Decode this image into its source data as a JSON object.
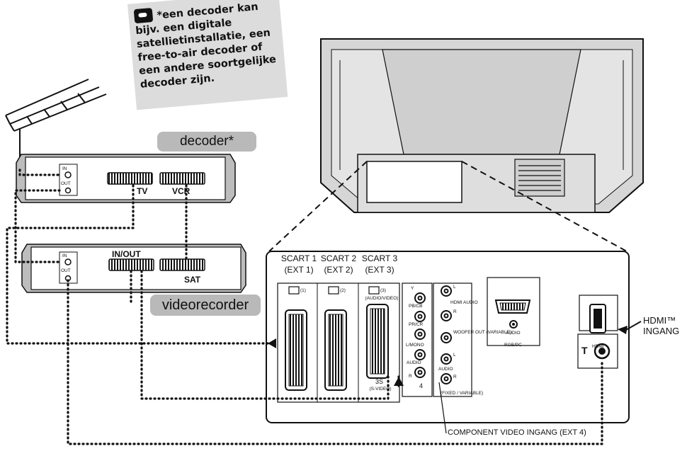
{
  "note": {
    "star": "*",
    "lines": [
      "een decoder kan",
      "bijv. een digitale",
      "satellietinstallatie, een",
      "free-to-air decoder of",
      "een andere soortgelijke",
      "decoder zijn."
    ],
    "icon": "pointing-hand-icon"
  },
  "devices": {
    "decoder": {
      "label": "decoder*",
      "port_tv": "TV",
      "port_vcr": "VCR",
      "in": "IN",
      "out": "OUT"
    },
    "videorecorder": {
      "label": "videorecorder",
      "port_inout": "IN/OUT",
      "port_sat": "SAT",
      "in": "IN",
      "out": "OUT"
    }
  },
  "panel": {
    "scarts": [
      {
        "name": "SCART 1",
        "ext": "(EXT 1)",
        "tag": "(1)"
      },
      {
        "name": "SCART 2",
        "ext": "(EXT 2)",
        "tag": "(2)"
      },
      {
        "name": "SCART 3",
        "ext": "(EXT 3)",
        "tag": "(3)",
        "sub": "(AUDIO/VIDEO)",
        "svideo": "3S",
        "svideo_sub": "(S-VIDEO)"
      }
    ],
    "component": {
      "y": "Y",
      "pb": "PB/CB",
      "pr": "PR/CR",
      "lmono": "L/MONO",
      "audio": "AUDIO",
      "r": "R",
      "ext4": "4"
    },
    "hdmi_audio": {
      "l": "L",
      "text": "HDMI AUDIO",
      "r": "R"
    },
    "woofer": {
      "text": "WOOFER OUT (VARIABLE)"
    },
    "audio_out": {
      "l": "L",
      "text": "AUDIO",
      "r": "R",
      "sub": "(FIXED / VARIABLE)"
    },
    "rgb": {
      "audio": "AUDIO",
      "label": "RGB/PC"
    },
    "hdmi_port": {
      "label": "HDMI"
    },
    "antenna_symbol": "T"
  },
  "callouts": {
    "hdmi": [
      "HDMI™",
      "INGANG"
    ],
    "component": "COMPONENT VIDEO INGANG (EXT 4)"
  },
  "colors": {
    "pill": "#b9b9b9",
    "note": "#dcdcdc",
    "panel_bg": "#fff",
    "tv_bg": "#d9d9d9"
  }
}
